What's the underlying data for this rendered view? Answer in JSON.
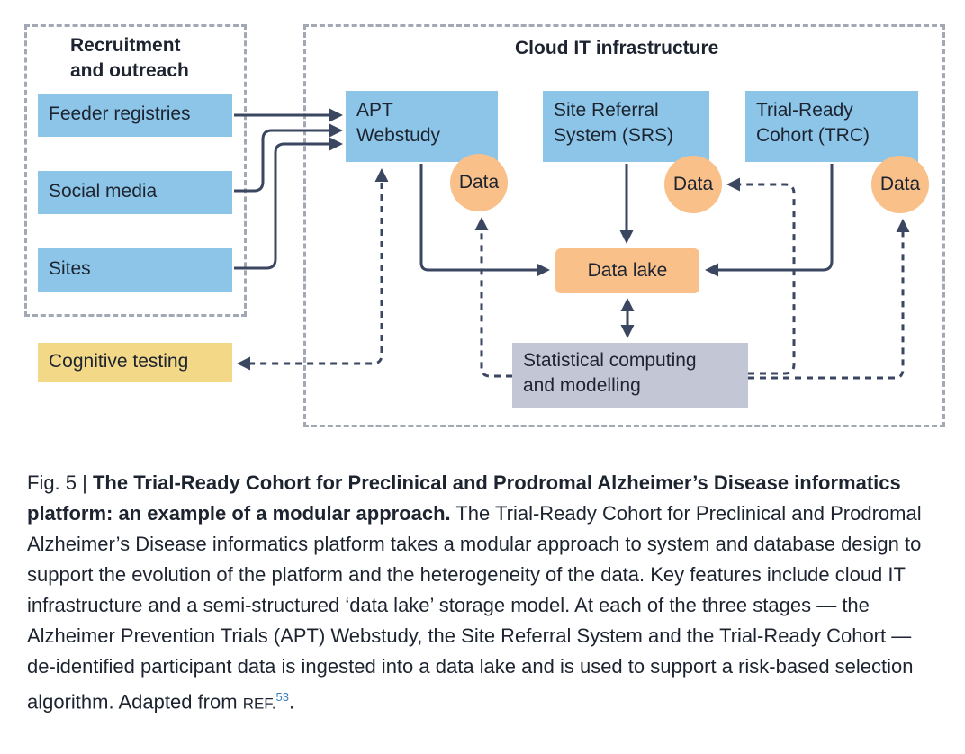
{
  "recruitment": {
    "title_line1": "Recruitment",
    "title_line2": "and outreach",
    "items": [
      "Feeder registries",
      "Social media",
      "Sites"
    ]
  },
  "cloud": {
    "title": "Cloud IT infrastructure",
    "apt": {
      "line1": "APT",
      "line2": "Webstudy"
    },
    "srs": {
      "line1": "Site Referral",
      "line2": "System (SRS)"
    },
    "trc": {
      "line1": "Trial-Ready",
      "line2": "Cohort (TRC)"
    },
    "data_label": "Data",
    "data_lake": "Data lake",
    "stats": {
      "line1": "Statistical computing",
      "line2": "and modelling"
    }
  },
  "cognitive_testing": "Cognitive testing",
  "caption": {
    "fig_label": "Fig. 5 | ",
    "bold_title": "The Trial-Ready Cohort for Preclinical and Prodromal Alzheimer’s Disease informatics platform: an example of a modular approach.",
    "body": " The Trial-Ready Cohort for Preclinical and Prodromal Alzheimer’s Disease informatics platform takes a modular approach to system and database design to support the evolution of the platform and the heterogeneity of the data. Key features include cloud IT infrastructure and a semi-structured ‘data lake’ storage model. At each of the three stages — the Alzheimer Prevention Trials (APT) Webstudy, the Site Referral System and the Trial-Ready Cohort — de-identified participant data is ingested into a data lake and is used to support a risk-based selection algorithm. Adapted from ",
    "ref_label": "REF.",
    "ref_number": "53",
    "end": "."
  },
  "colors": {
    "blue_box": "#8cc5e8",
    "orange": "#f9c08a",
    "yellow": "#f3d887",
    "grey_box": "#c3c6d5",
    "arrow": "#3b4660",
    "dashed_border": "#a2a8b4"
  }
}
